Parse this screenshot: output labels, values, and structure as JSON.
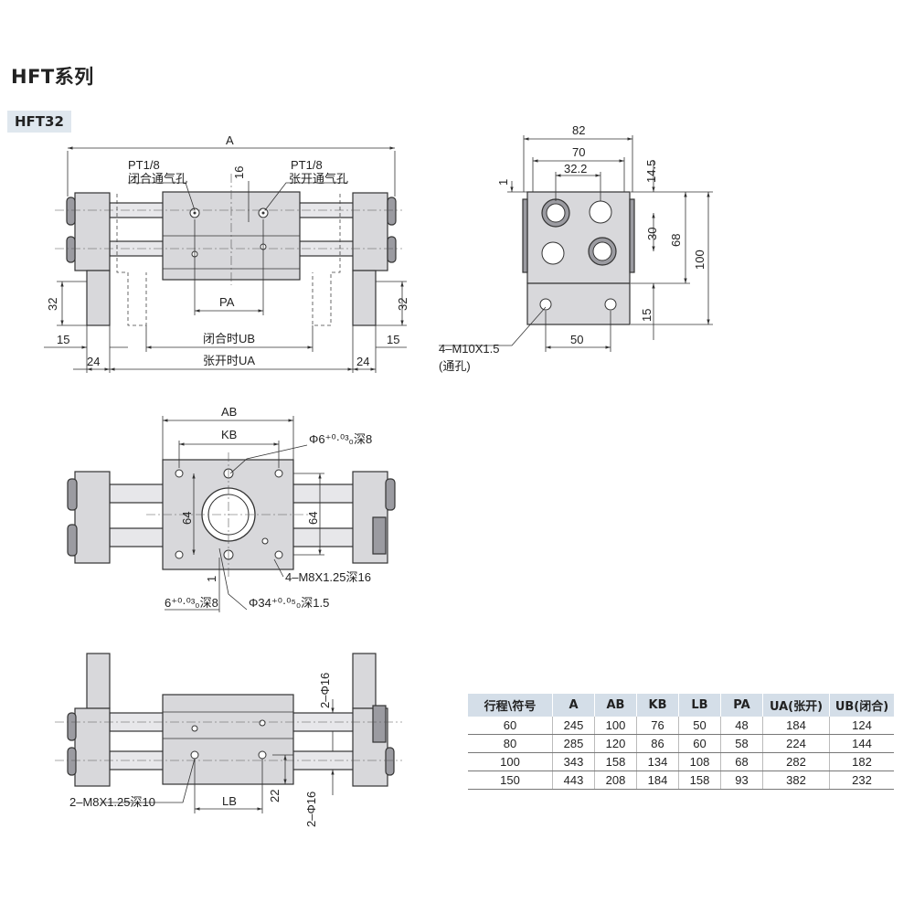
{
  "title": "HFT系列",
  "subtitle": "HFT32",
  "labels": {
    "A": "A",
    "PT1": "PT1/8",
    "closeHole": "闭合通气孔",
    "PT2": "PT1/8",
    "openHole": "张开通气孔",
    "d16": "16",
    "d32L": "32",
    "d32R": "32",
    "PA": "PA",
    "UB": "闭合时UB",
    "UA": "张开时UA",
    "d15L": "15",
    "d15R": "15",
    "d24L": "24",
    "d24R": "24",
    "d82": "82",
    "d70": "70",
    "d32_2": "32.2",
    "d1": "1",
    "d14_5": "14.5",
    "d30": "30",
    "d68": "68",
    "d100": "100",
    "d15b": "15",
    "d50": "50",
    "m10": "4–M10X1.5",
    "through": "(通孔)",
    "AB": "AB",
    "KB": "KB",
    "phi6top": "Φ6⁺⁰·⁰³₀深8",
    "d64L": "64",
    "d64R": "64",
    "d1b": "1",
    "m8a": "4–M8X1.25深16",
    "phi6bot": "6⁺⁰·⁰³₀深8",
    "phi34": "Φ34⁺⁰·⁰⁵₀深1.5",
    "phi16a": "2–Φ16",
    "m8b": "2–M8X1.25深10",
    "LB": "LB",
    "d22": "22",
    "phi16b": "2–Φ16"
  },
  "table": {
    "headers": [
      "行程\\符号",
      "A",
      "AB",
      "KB",
      "LB",
      "PA",
      "UA(张开)",
      "UB(闭合)"
    ],
    "rows": [
      [
        "60",
        "245",
        "100",
        "76",
        "50",
        "48",
        "184",
        "124"
      ],
      [
        "80",
        "285",
        "120",
        "86",
        "60",
        "58",
        "224",
        "144"
      ],
      [
        "100",
        "343",
        "158",
        "134",
        "108",
        "68",
        "282",
        "182"
      ],
      [
        "150",
        "443",
        "208",
        "184",
        "158",
        "93",
        "382",
        "232"
      ]
    ]
  }
}
